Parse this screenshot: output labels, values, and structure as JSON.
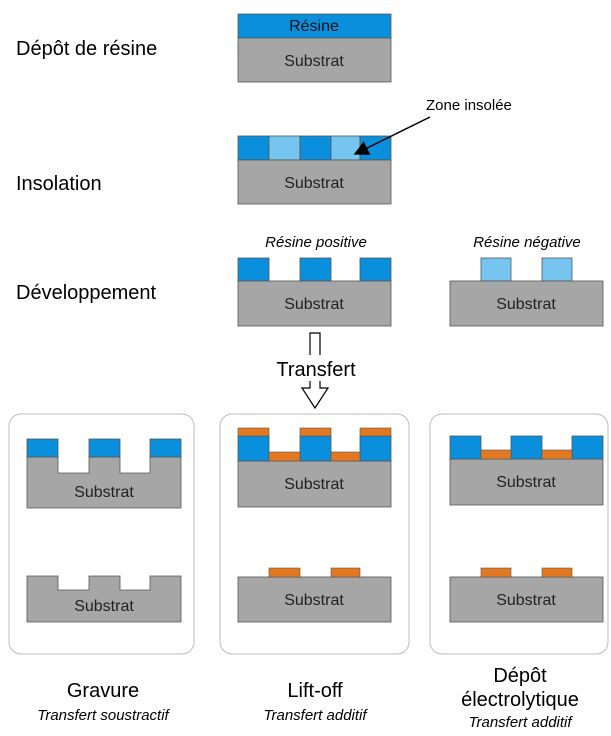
{
  "steps": {
    "resin_deposit": "Dépôt de résine",
    "exposure": "Insolation",
    "development": "Développement"
  },
  "labels": {
    "resin": "Résine",
    "substrate": "Substrat",
    "exposed_zone": "Zone insolée",
    "positive_resin": "Résine positive",
    "negative_resin": "Résine négative",
    "transfer": "Transfert"
  },
  "methods": [
    {
      "title": "Gravure",
      "subtitle": "Transfert soustractif"
    },
    {
      "title": "Lift-off",
      "subtitle": "Transfert additif"
    },
    {
      "title_line1": "Dépôt",
      "title_line2": "électrolytique",
      "subtitle": "Transfert additif"
    }
  ],
  "colors": {
    "substrate": "#a6a6a6",
    "resin": "#0a8fdc",
    "exposed_resin": "#76c5f0",
    "metal": "#e2781f",
    "panel_border": "#bcbcbc"
  }
}
